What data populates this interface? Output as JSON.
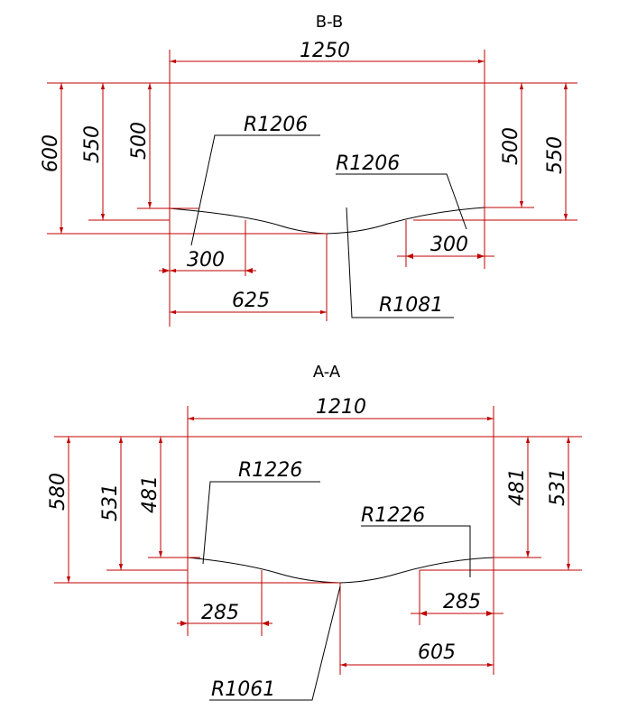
{
  "section_bb": {
    "title": "B-B",
    "width": "1250",
    "height_outer": "600",
    "height_left_550": "550",
    "height_left_500": "500",
    "height_right_500": "500",
    "height_right_550": "550",
    "radius_left": "R1206",
    "radius_right": "R1206",
    "radius_center": "R1081",
    "offset_left": "300",
    "offset_right": "300",
    "half_width": "625"
  },
  "section_aa": {
    "title": "A-A",
    "width": "1210",
    "height_outer": "580",
    "height_left_531": "531",
    "height_left_481": "481",
    "height_right_481": "481",
    "height_right_531": "531",
    "radius_left": "R1226",
    "radius_right": "R1226",
    "radius_center": "R1061",
    "offset_left": "285",
    "offset_right": "285",
    "half_width": "605"
  }
}
